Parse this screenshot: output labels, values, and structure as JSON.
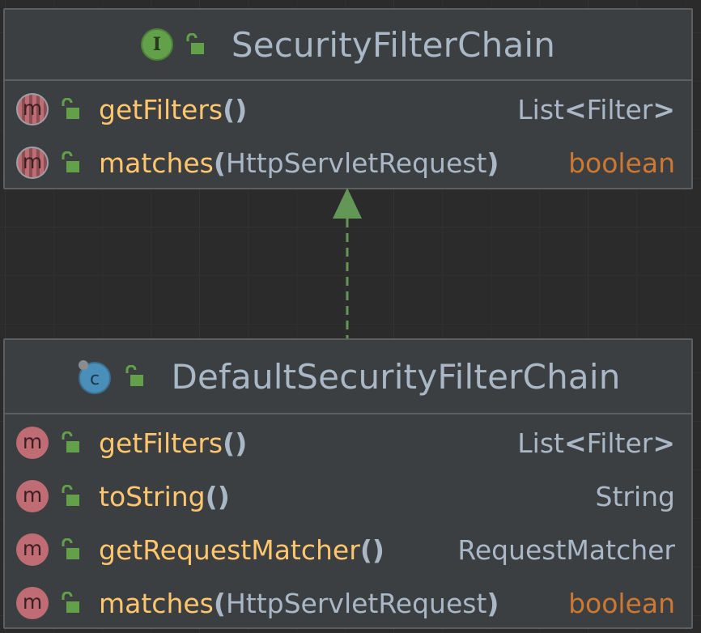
{
  "interface_node": {
    "title": "SecurityFilterChain",
    "kind_icon": "interface-icon",
    "kind_letter": "I",
    "methods": [
      {
        "name": "getFilters",
        "open": "(",
        "params": "",
        "close": ")",
        "return_type": "List",
        "return_generic_open": "<",
        "return_generic": "Filter",
        "return_generic_close": ">",
        "badge": "m",
        "keyword_return": false
      },
      {
        "name": "matches",
        "open": "(",
        "params": "HttpServletRequest",
        "close": ")",
        "return_type": "boolean",
        "badge": "m",
        "keyword_return": true
      }
    ]
  },
  "class_node": {
    "title": "DefaultSecurityFilterChain",
    "kind_icon": "class-icon",
    "kind_letter": "c",
    "methods": [
      {
        "name": "getFilters",
        "open": "(",
        "params": "",
        "close": ")",
        "return_type": "List",
        "return_generic_open": "<",
        "return_generic": "Filter",
        "return_generic_close": ">",
        "badge": "m",
        "keyword_return": false
      },
      {
        "name": "toString",
        "open": "(",
        "params": "",
        "close": ")",
        "return_type": "String",
        "badge": "m",
        "keyword_return": false
      },
      {
        "name": "getRequestMatcher",
        "open": "(",
        "params": "",
        "close": ")",
        "return_type": "RequestMatcher",
        "badge": "m",
        "keyword_return": false
      },
      {
        "name": "matches",
        "open": "(",
        "params": "HttpServletRequest",
        "close": ")",
        "return_type": "boolean",
        "badge": "m",
        "keyword_return": true
      }
    ]
  },
  "relation": {
    "type": "implements",
    "color": "#629755"
  },
  "colors": {
    "background": "#2b2b2b",
    "node_fill": "#3c3f41",
    "node_border": "#5d5f61",
    "title_text": "#a9b7c6",
    "method_name": "#ffc66d",
    "keyword": "#cc7832",
    "method_badge": "#c06c74",
    "interface_badge": "#62a04a",
    "class_badge": "#4a8fba",
    "lock": "#62a04a"
  }
}
